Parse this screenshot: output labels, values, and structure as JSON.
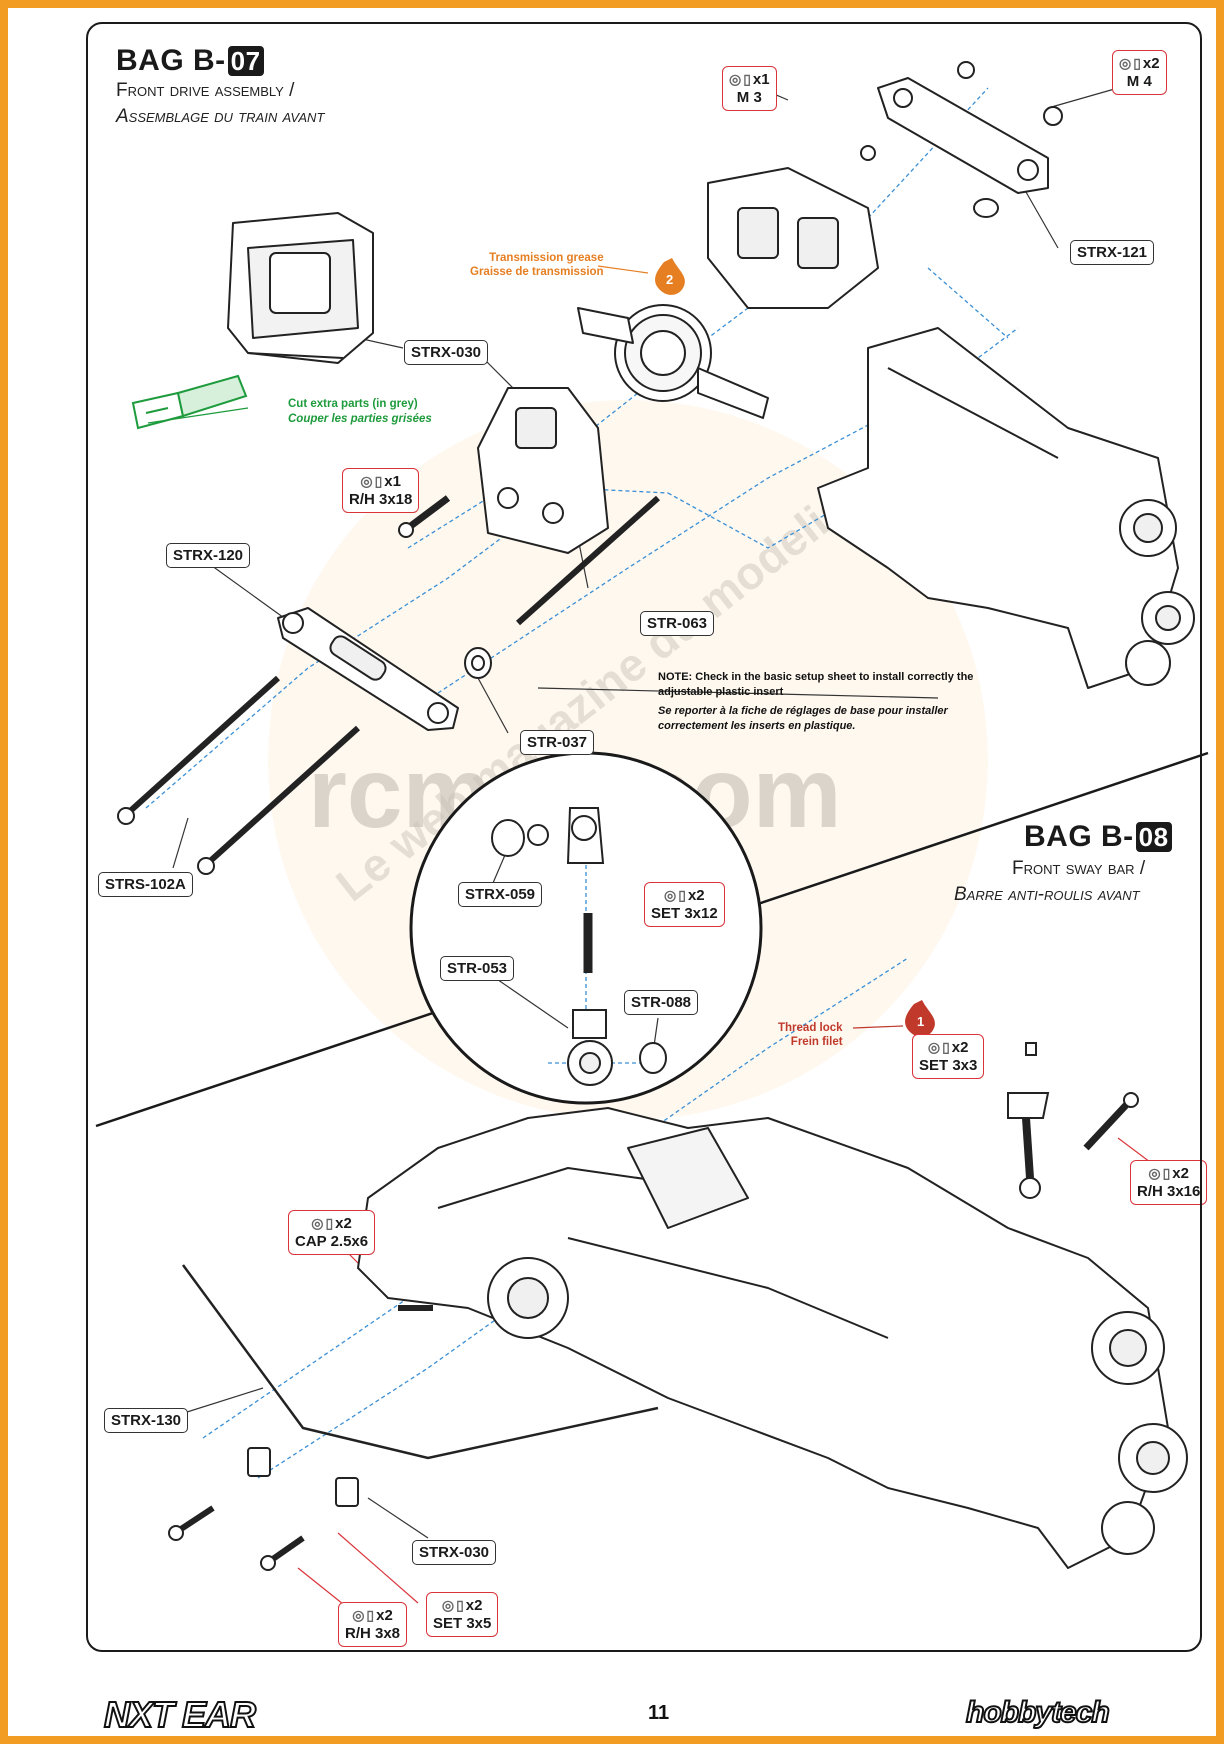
{
  "section1": {
    "bag_prefix": "BAG B-",
    "bag_number": "07",
    "subtitle_en": "Front drive assembly /",
    "subtitle_fr": "Assemblage du train avant"
  },
  "section2": {
    "bag_prefix": "BAG B-",
    "bag_number": "08",
    "subtitle_en": "Front sway bar /",
    "subtitle_fr": "Barre anti-roulis avant"
  },
  "part_labels": {
    "strx121": "STRX-121",
    "strx030_top": "STRX-030",
    "strx120": "STRX-120",
    "str063": "STR-063",
    "str037": "STR-037",
    "strs102a": "STRS-102A",
    "strx059": "STRX-059",
    "str053": "STR-053",
    "str088": "STR-088",
    "strx130": "STRX-130",
    "strx030_bottom": "STRX-030"
  },
  "hardware": {
    "m3": {
      "qty": "x1",
      "size": "M 3"
    },
    "m4": {
      "qty": "x2",
      "size": "M 4"
    },
    "rh3x18": {
      "qty": "x1",
      "size": "R/H 3x18"
    },
    "set3x12": {
      "qty": "x2",
      "size": "SET 3x12"
    },
    "set3x3": {
      "qty": "x2",
      "size": "SET 3x3"
    },
    "rh3x16": {
      "qty": "x2",
      "size": "R/H 3x16"
    },
    "cap25x6": {
      "qty": "x2",
      "size": "CAP 2.5x6"
    },
    "rh3x8": {
      "qty": "x2",
      "size": "R/H 3x8"
    },
    "set3x5": {
      "qty": "x2",
      "size": "SET 3x5"
    }
  },
  "callouts": {
    "grease_en": "Transmission grease",
    "grease_fr": "Graisse de transmission",
    "grease_step": "2",
    "cut_en": "Cut extra parts (in grey)",
    "cut_fr": "Couper les parties grisées",
    "threadlock_en": "Thread lock",
    "threadlock_fr": "Frein filet",
    "threadlock_step": "1",
    "note_en_1": "NOTE: Check in the basic setup sheet to install correctly the",
    "note_en_2": "adjustable plastic insert",
    "note_fr_1": "Se reporter à la fiche de réglages de base pour installer",
    "note_fr_2": "correctement les inserts en plastique."
  },
  "watermark": {
    "domain": "rcmag.com",
    "tagline": "Le web magazine du modelisme"
  },
  "footer": {
    "page_number": "11",
    "logo_left": "NXT EAR",
    "logo_right": "hobbytech"
  },
  "colors": {
    "page_border": "#f39c23",
    "hardware_box_border": "#d9343a",
    "grease_text": "#e67e22",
    "cut_text": "#1e9b3c",
    "threadlock_text": "#c0392b",
    "guide_line": "#3a8fd6"
  }
}
